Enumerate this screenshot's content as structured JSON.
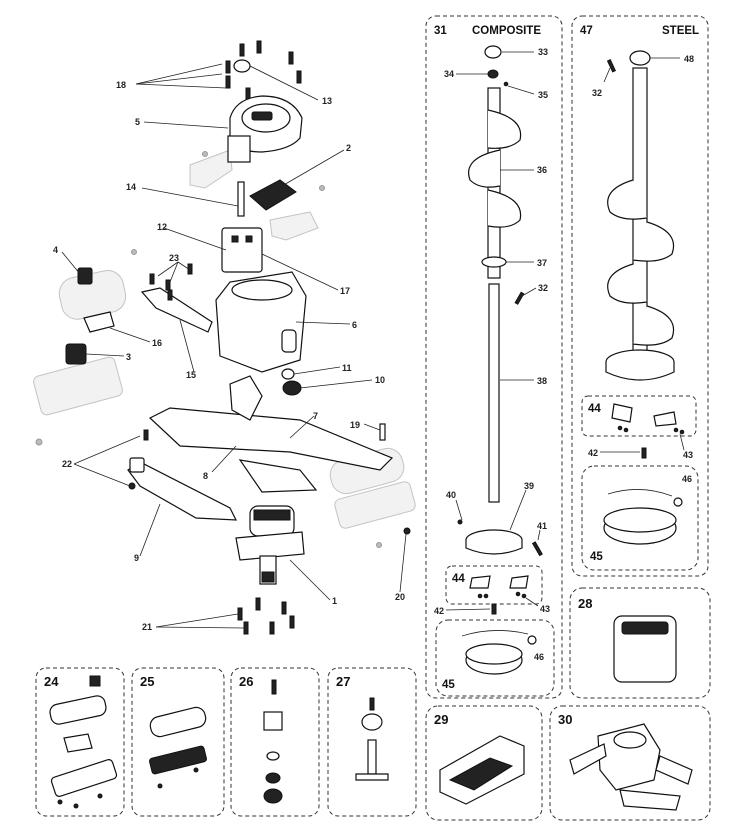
{
  "callouts": {
    "c1": "1",
    "c2": "2",
    "c3": "3",
    "c4": "4",
    "c5": "5",
    "c6": "6",
    "c7": "7",
    "c8": "8",
    "c9": "9",
    "c10": "10",
    "c11": "11",
    "c12": "12",
    "c13": "13",
    "c14": "14",
    "c15": "15",
    "c16": "16",
    "c17": "17",
    "c18": "18",
    "c19": "19",
    "c20": "20",
    "c21": "21",
    "c22": "22",
    "c23": "23"
  },
  "composite": {
    "number": "31",
    "title": "COMPOSITE",
    "labels": {
      "l33": "33",
      "l34": "34",
      "l35": "35",
      "l36": "36",
      "l37": "37",
      "l32": "32",
      "l38": "38",
      "l39": "39",
      "l40": "40",
      "l41": "41"
    },
    "blade_kit": {
      "number": "44",
      "l43": "43"
    },
    "l42": "42",
    "guard": {
      "number": "45",
      "l46": "46"
    }
  },
  "steel": {
    "number": "47",
    "title": "STEEL",
    "labels": {
      "l48": "48",
      "l32": "32"
    },
    "blade_kit": {
      "number": "44",
      "l43": "43"
    },
    "l42": "42",
    "guard": {
      "number": "45",
      "l46": "46"
    }
  },
  "kits": {
    "k24": "24",
    "k25": "25",
    "k26": "26",
    "k27": "27",
    "k28": "28",
    "k29": "29",
    "k30": "30"
  }
}
